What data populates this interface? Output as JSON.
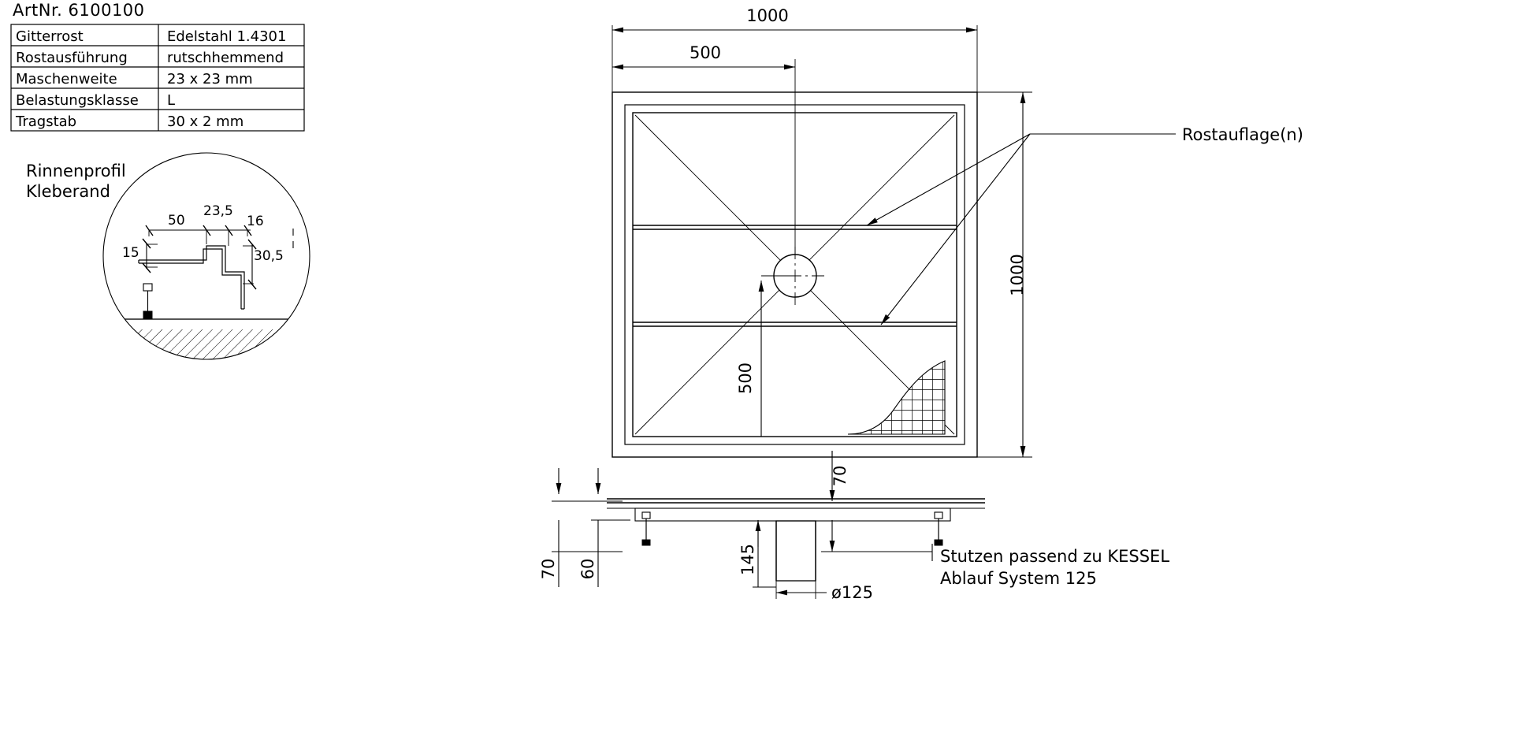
{
  "drawing": {
    "title": "ArtNr.  6100100",
    "article_number": "6100100"
  },
  "spec_table": {
    "rows": [
      {
        "label": "Gitterrost",
        "value": "Edelstahl 1.4301"
      },
      {
        "label": "Rostausführung",
        "value": "rutschhemmend"
      },
      {
        "label": "Maschenweite",
        "value": "23 x 23 mm"
      },
      {
        "label": "Belastungsklasse",
        "value": "L"
      },
      {
        "label": "Tragstab",
        "value": "30 x 2 mm"
      }
    ]
  },
  "detail_view": {
    "label_line1": "Rinnenprofil",
    "label_line2": "Kleberand",
    "dims": {
      "d50": "50",
      "d235": "23,5",
      "d16": "16",
      "d15": "15",
      "d305": "30,5"
    }
  },
  "plan_view": {
    "dims": {
      "width_total": "1000",
      "width_half": "500",
      "height_total": "1000",
      "height_half": "500"
    },
    "annotations": {
      "rostauflage": "Rostauflage(n)"
    }
  },
  "section_view": {
    "dims": {
      "d70_left": "70",
      "d60": "60",
      "d70_right": "70",
      "d145": "145",
      "diameter": "ø125"
    },
    "annotations": {
      "stutzen_line1": "Stutzen passend zu KESSEL",
      "stutzen_line2": "Ablauf System 125"
    }
  },
  "colors": {
    "line": "#000000",
    "background": "#ffffff"
  }
}
